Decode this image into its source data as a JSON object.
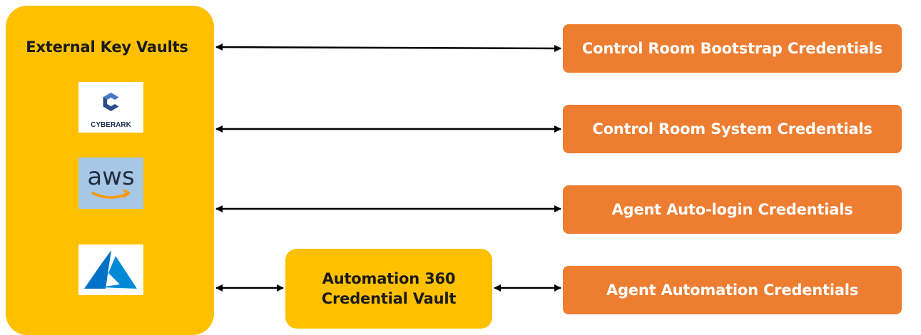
{
  "external_vaults": {
    "title": "External Key Vaults",
    "logos": [
      {
        "name": "cyberark",
        "icon": "cyberark-logo",
        "text": "CYBERARK"
      },
      {
        "name": "aws",
        "icon": "aws-logo",
        "text": "aws"
      },
      {
        "name": "azure",
        "icon": "azure-logo",
        "text": ""
      }
    ]
  },
  "credential_vault": {
    "line1": "Automation 360",
    "line2": "Credential Vault"
  },
  "credentials": [
    {
      "label": "Control Room Bootstrap Credentials"
    },
    {
      "label": "Control Room System Credentials"
    },
    {
      "label": "Agent Auto-login Credentials"
    },
    {
      "label": "Agent Automation Credentials"
    }
  ],
  "colors": {
    "vault_fill": "#FFC000",
    "credential_fill": "#ED7D31",
    "arrow": "#000000"
  }
}
